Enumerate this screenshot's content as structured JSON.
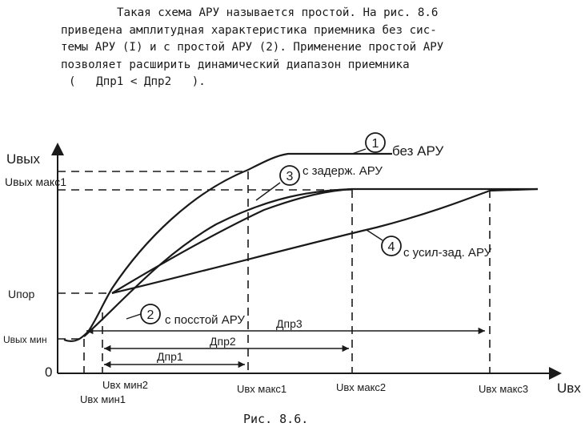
{
  "paragraph": {
    "lines": [
      "Такая схема АРУ называется простой. На рис. 8.6",
      "приведена амплитудная характеристика приемника без сис-",
      "темы АРУ (I) и с простой АРУ (2). Применение простой АРУ",
      "позволяет расширить динамический диапазон приемника"
    ],
    "condition": "(   Дпр1 < Дпр2   )."
  },
  "figure": {
    "caption": "Рис. 8.6.",
    "y_axis_label": "Uвых",
    "x_axis_label": "Uвх",
    "origin_label": "0",
    "y_ticks": [
      "Uвых макс1",
      "Uпор",
      "Uвых мин"
    ],
    "x_ticks": [
      "Uвх мин2",
      "Uвх мин1",
      "Uвх макс1",
      "Uвх макс2",
      "Uвх макс3"
    ],
    "ranges": [
      "Дпр1",
      "Дпр2",
      "Дпр3"
    ],
    "curves": [
      {
        "number": "1",
        "label": "без АРУ"
      },
      {
        "number": "2",
        "label": "с посстой АРУ"
      },
      {
        "number": "3",
        "label": "с задерж. АРУ"
      },
      {
        "number": "4",
        "label": "с усил-зад. АРУ"
      }
    ]
  }
}
